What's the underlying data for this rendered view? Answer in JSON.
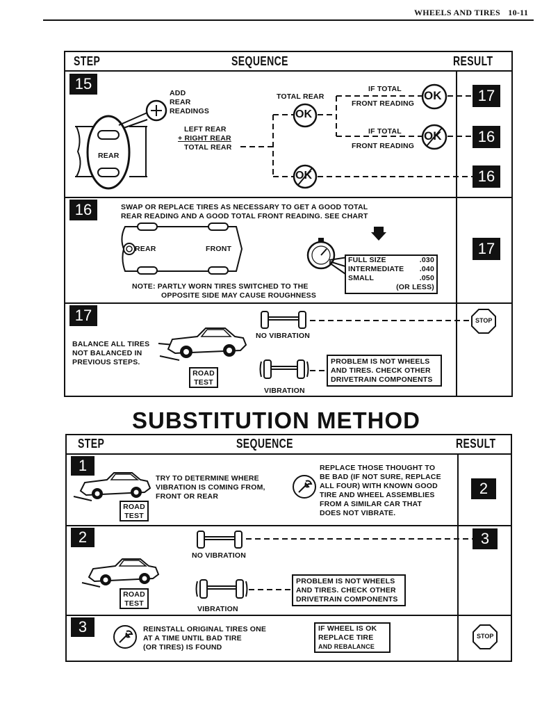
{
  "header": {
    "title": "WHEELS AND TIRES",
    "page": "10-11"
  },
  "columns": {
    "step": "STEP",
    "sequence": "SEQUENCE",
    "result": "RESULT"
  },
  "top": {
    "s15": {
      "num": "15",
      "add_line1": "ADD",
      "add_line2": "REAR",
      "add_line3": "READINGS",
      "tire_label": "REAR",
      "left_rear": "LEFT REAR",
      "right_rear": "+ RIGHT REAR",
      "total_rear": "TOTAL REAR",
      "total_rear_top": "TOTAL REAR",
      "ok": "OK",
      "if_total_1": "IF TOTAL",
      "front_reading_1": "FRONT READING",
      "if_total_2": "IF TOTAL",
      "front_reading_2": "FRONT READING",
      "result_a": "17",
      "result_b": "16",
      "result_c": "16"
    },
    "s16": {
      "num": "16",
      "line1": "SWAP OR REPLACE TIRES AS NECESSARY TO GET A GOOD TOTAL",
      "line2": "REAR READING AND A GOOD TOTAL FRONT READING. SEE CHART",
      "rear": "REAR",
      "front": "FRONT",
      "chart": [
        {
          "label": "FULL SIZE",
          "value": ".030"
        },
        {
          "label": "INTERMEDIATE",
          "value": ".040"
        },
        {
          "label": "SMALL",
          "value": ".050"
        }
      ],
      "or_less": "(OR LESS)",
      "note1": "NOTE:  PARTLY WORN TIRES SWITCHED TO THE",
      "note2": "OPPOSITE SIDE MAY CAUSE ROUGHNESS",
      "result": "17"
    },
    "s17": {
      "num": "17",
      "balance1": "BALANCE ALL TIRES",
      "balance2": "NOT BALANCED IN",
      "balance3": "PREVIOUS STEPS.",
      "road": "ROAD",
      "test": "TEST",
      "no_vibration": "NO VIBRATION",
      "vibration": "VIBRATION",
      "problem1": "PROBLEM IS NOT WHEELS",
      "problem2": "AND TIRES. CHECK OTHER",
      "problem3": "DRIVETRAIN COMPONENTS",
      "stop": "STOP"
    }
  },
  "substitution_title": "SUBSTITUTION METHOD",
  "bottom": {
    "s1": {
      "num": "1",
      "try1": "TRY TO DETERMINE WHERE",
      "try2": "VIBRATION IS COMING FROM,",
      "try3": "FRONT OR REAR",
      "road": "ROAD",
      "test": "TEST",
      "rep1": "REPLACE THOSE THOUGHT TO",
      "rep2": "BE BAD (IF NOT SURE, REPLACE",
      "rep3": "ALL FOUR) WITH KNOWN GOOD",
      "rep4": "TIRE AND WHEEL ASSEMBLIES",
      "rep5": "FROM A SIMILAR CAR THAT",
      "rep6": "DOES NOT VIBRATE.",
      "result": "2"
    },
    "s2": {
      "num": "2",
      "no_vibration": "NO VIBRATION",
      "vibration": "VIBRATION",
      "road": "ROAD",
      "test": "TEST",
      "problem1": "PROBLEM IS NOT WHEELS",
      "problem2": "AND TIRES. CHECK OTHER",
      "problem3": "DRIVETRAIN COMPONENTS",
      "result": "3"
    },
    "s3": {
      "num": "3",
      "line1": "REINSTALL ORIGINAL TIRES ONE",
      "line2": "AT A TIME UNTIL BAD TIRE",
      "line3": "(OR TIRES) IS FOUND",
      "box1": "IF WHEEL IS OK",
      "box2": "REPLACE TIRE",
      "box3": "AND REBALANCE",
      "stop": "STOP"
    }
  }
}
